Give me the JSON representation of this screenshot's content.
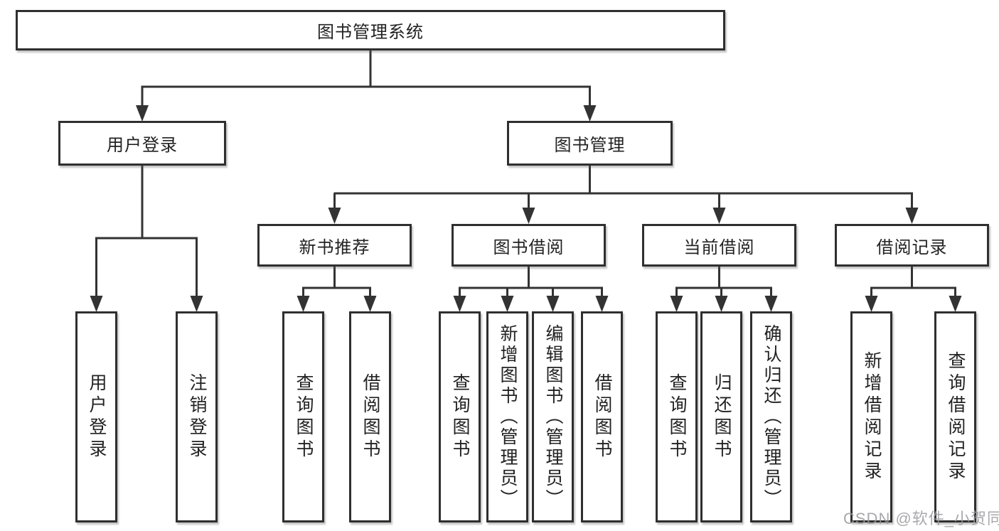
{
  "nodes": {
    "root": {
      "label": "图书管理系统"
    },
    "l2_user_login": {
      "label": "用户登录"
    },
    "l2_book_mgmt": {
      "label": "图书管理"
    },
    "l3_new_book_rec": {
      "label": "新书推荐"
    },
    "l3_book_borrow": {
      "label": "图书借阅"
    },
    "l3_current_borrow": {
      "label": "当前借阅"
    },
    "l3_borrow_records": {
      "label": "借阅记录"
    },
    "leaf_login_user_login": {
      "label": "用户登录"
    },
    "leaf_login_logout": {
      "label": "注销登录"
    },
    "leaf_rec_query_books": {
      "label": "查询图书"
    },
    "leaf_rec_borrow_books": {
      "label": "借阅图书"
    },
    "leaf_bb_query_books": {
      "label": "查询图书"
    },
    "leaf_bb_add_books_admin": {
      "label": "新增图书（管理员）"
    },
    "leaf_bb_edit_books_admin": {
      "label": "编辑图书（管理员）"
    },
    "leaf_bb_borrow_books": {
      "label": "借阅图书"
    },
    "leaf_cb_query_books": {
      "label": "查询图书"
    },
    "leaf_cb_return_books": {
      "label": "归还图书"
    },
    "leaf_cb_confirm_return_admin": {
      "label": "确认归还（管理员）"
    },
    "leaf_br_add_record": {
      "label": "新增借阅记录"
    },
    "leaf_br_query_record": {
      "label": "查询借阅记录"
    }
  },
  "watermark": {
    "text": "CSDN @软件_小贺同学"
  },
  "colors": {
    "line": "#333333",
    "border": "#2f2f2f",
    "fill": "#ffffff",
    "text": "#222222",
    "watermark": "#9a9a9e"
  }
}
